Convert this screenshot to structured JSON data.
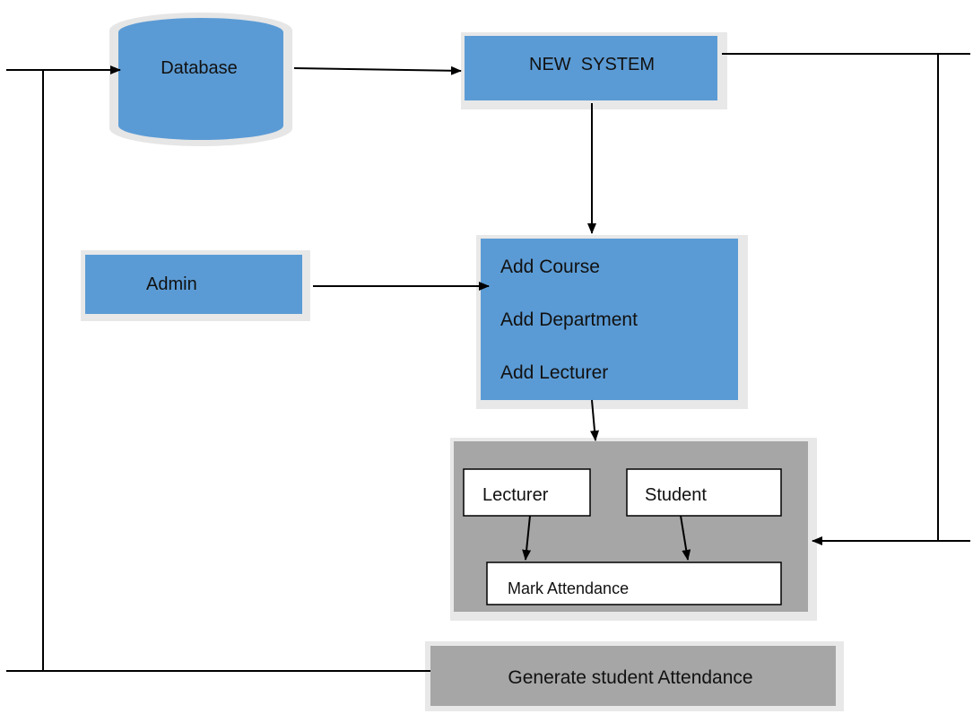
{
  "nodes": {
    "database": {
      "label": "Database"
    },
    "new_system": {
      "label": "NEW  SYSTEM"
    },
    "admin": {
      "label": "Admin"
    },
    "admin_actions": [
      "Add Course",
      "Add Department",
      "Add Lecturer"
    ],
    "lecturer": {
      "label": "Lecturer"
    },
    "student": {
      "label": "Student"
    },
    "mark_attendance": {
      "label": "Mark Attendance"
    },
    "generate": {
      "label": "Generate student Attendance"
    }
  },
  "colors": {
    "blue_fill": "#5b9bd5",
    "gray_fill": "#a6a6a6",
    "line": "#000000"
  }
}
